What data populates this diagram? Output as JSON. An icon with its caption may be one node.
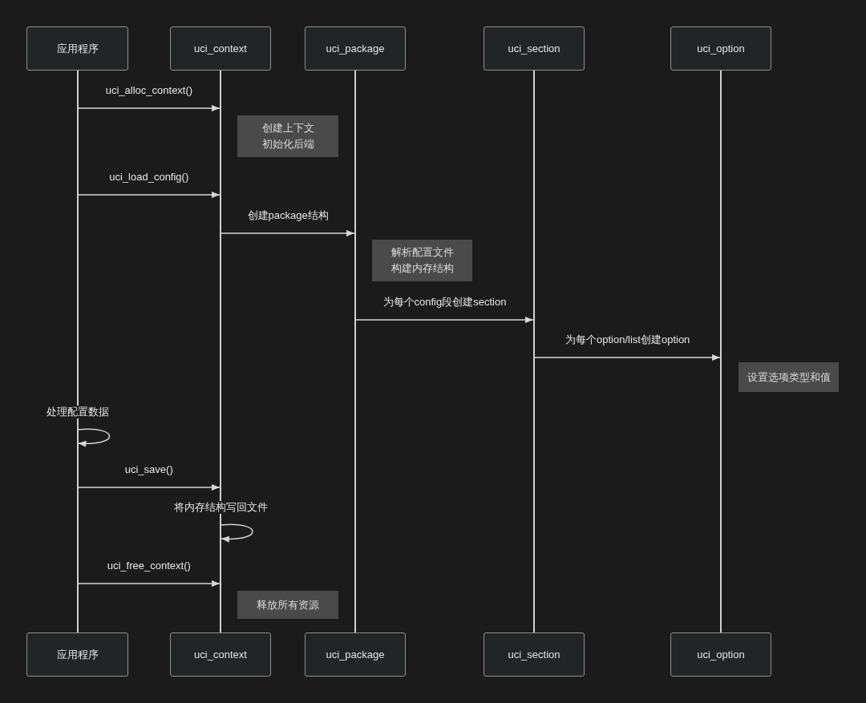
{
  "diagram": {
    "nodes": [
      {
        "text": [
          "应用程序"
        ]
      },
      {
        "text": [
          "uci_context"
        ]
      },
      {
        "text": [
          "uci_package"
        ]
      },
      {
        "text": [
          "uci_section"
        ]
      },
      {
        "text": [
          "uci_option"
        ]
      },
      {
        "text": [
          "应用程序"
        ]
      },
      {
        "text": [
          "uci_context"
        ]
      },
      {
        "text": [
          "uci_package"
        ]
      },
      {
        "text": [
          "uci_section"
        ]
      },
      {
        "text": [
          "uci_option"
        ]
      },
      {
        "text": [
          "创建上下文",
          "初始化后端"
        ]
      },
      {
        "text": [
          "解析配置文件",
          "构建内存结构"
        ]
      },
      {
        "text": [
          "设置选项类型和值"
        ]
      },
      {
        "text": [
          "释放所有资源"
        ]
      },
      {
        "text": [],
        "shape": "line"
      },
      {
        "text": [],
        "shape": "line"
      },
      {
        "text": [],
        "shape": "line"
      },
      {
        "text": [],
        "shape": "line"
      },
      {
        "text": [],
        "shape": "line"
      }
    ],
    "edges": [
      {
        "from": 14,
        "to": 15,
        "arrow": "to",
        "label": "uci_alloc_context()"
      },
      {
        "from": 14,
        "to": 15,
        "arrow": "to",
        "label": "uci_load_config()"
      },
      {
        "from": 15,
        "to": 16,
        "arrow": "to",
        "label": "创建package结构"
      },
      {
        "from": 16,
        "to": 17,
        "arrow": "to",
        "label": "为每个config段创建section"
      },
      {
        "from": 17,
        "to": 18,
        "arrow": "to",
        "label": "为每个option/list创建option"
      },
      {
        "from": 14,
        "to": 14,
        "arrow": "to",
        "label": "处理配置数据"
      },
      {
        "from": 14,
        "to": 15,
        "arrow": "to",
        "label": "uci_save()"
      },
      {
        "from": 15,
        "to": 15,
        "arrow": "to",
        "label": "将内存结构写回文件"
      },
      {
        "from": 14,
        "to": 15,
        "arrow": "to",
        "label": "uci_free_context()"
      }
    ]
  }
}
